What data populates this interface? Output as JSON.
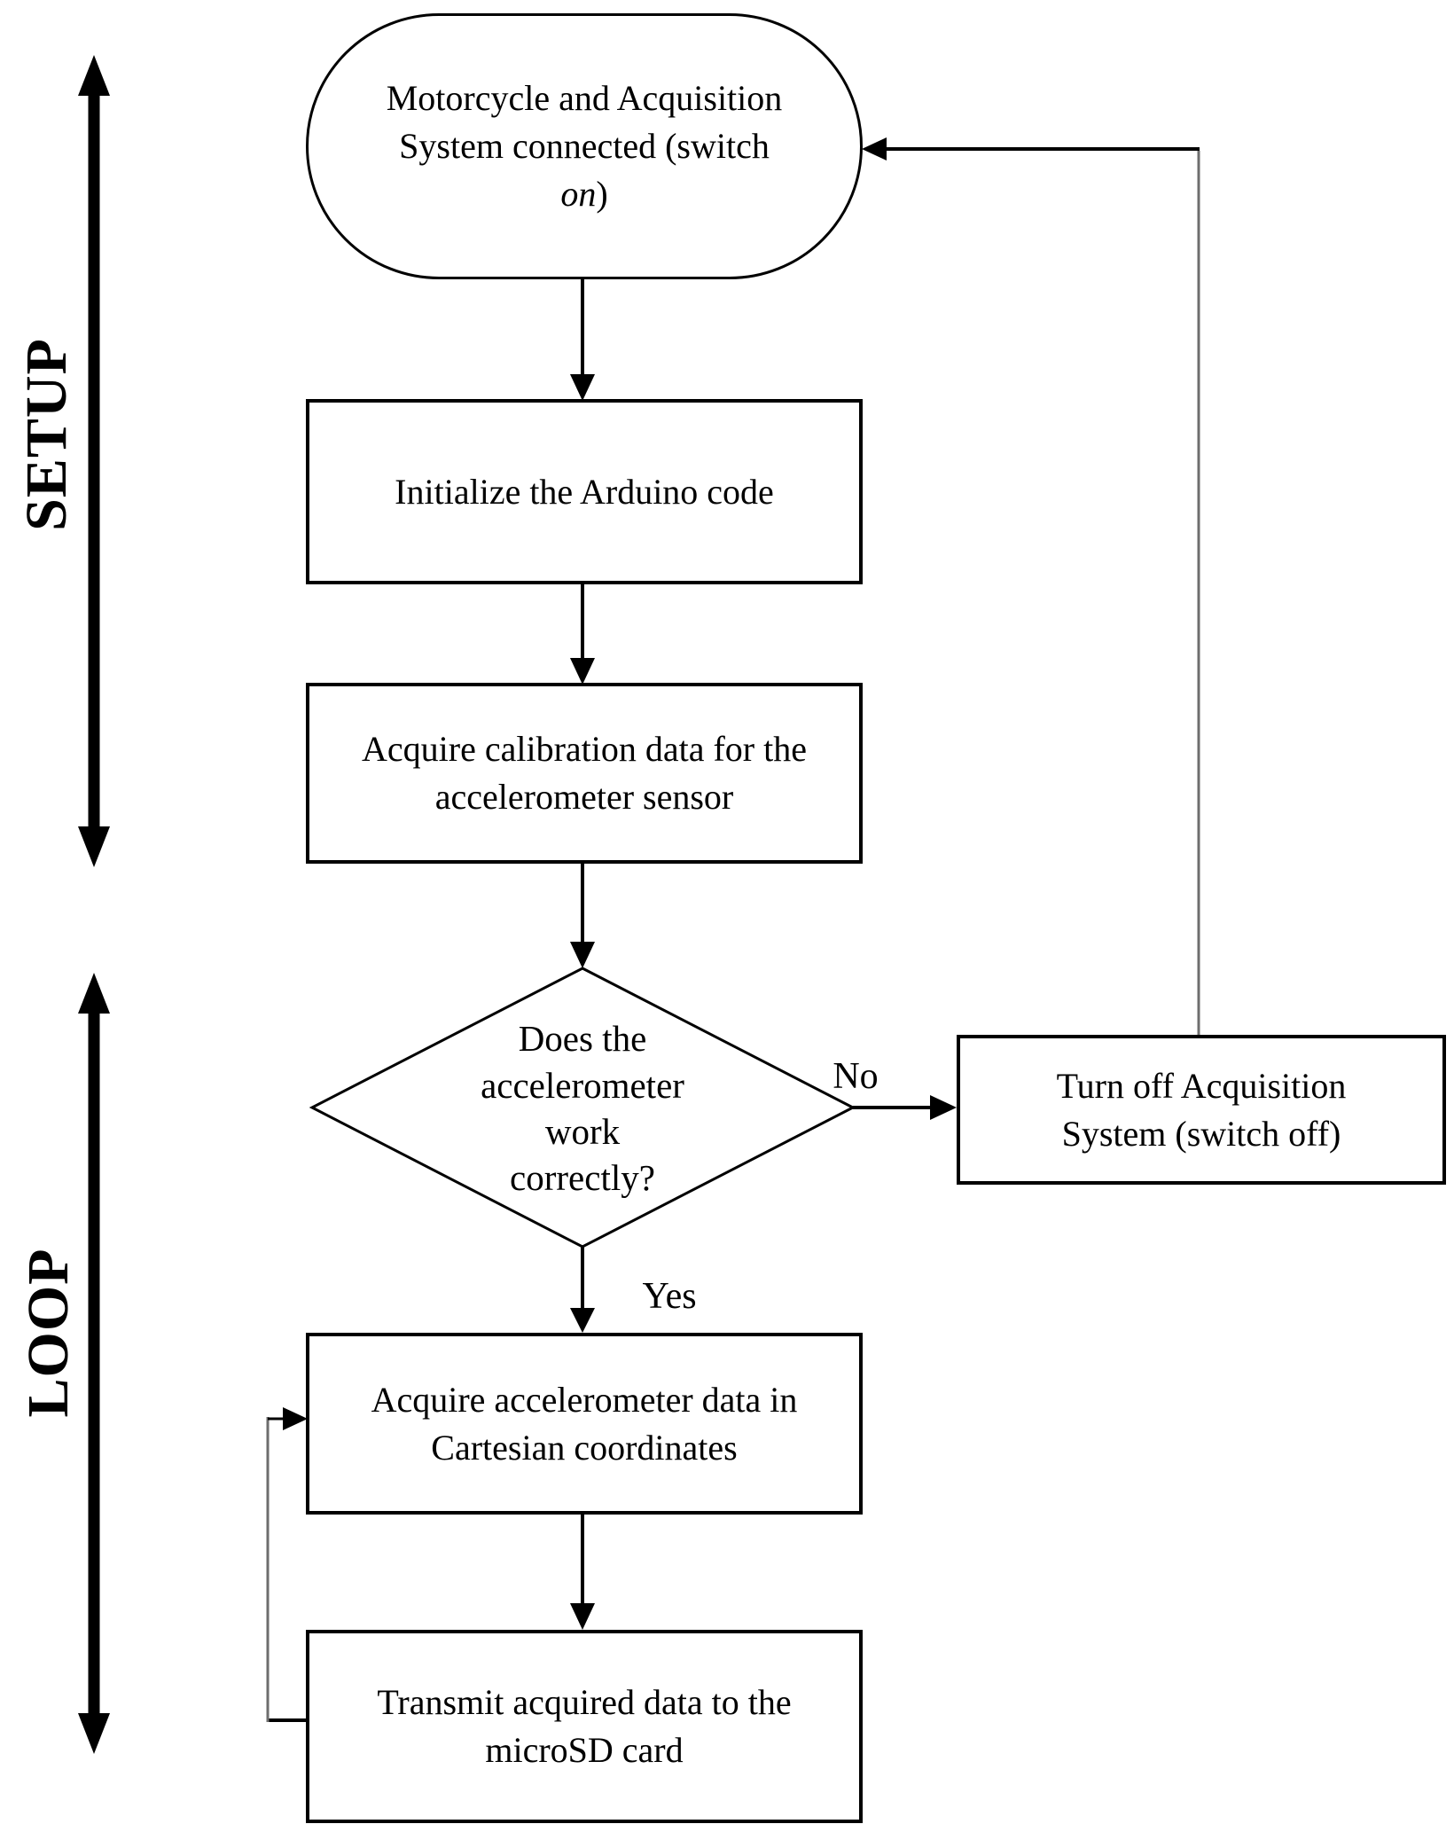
{
  "diagram": {
    "background": "#ffffff",
    "ink": "#000000",
    "return_line_color": "#6e6e6e"
  },
  "phases": {
    "setup": {
      "label": "SETUP"
    },
    "loop": {
      "label": "LOOP"
    }
  },
  "nodes": {
    "start": {
      "type": "terminator",
      "line1": "Motorcycle and Acquisition",
      "line2": "System connected (switch",
      "line3_italic": "on",
      "line3_rest": ")"
    },
    "initialize": {
      "type": "process",
      "line1": "Initialize the Arduino code"
    },
    "calibration": {
      "type": "process",
      "line1": "Acquire calibration data for the",
      "line2": "accelerometer sensor"
    },
    "decision": {
      "type": "decision",
      "line1": "Does the",
      "line2": "accelerometer",
      "line3": "work",
      "line4": "correctly?"
    },
    "turnoff": {
      "type": "process",
      "line1": "Turn off Acquisition",
      "line2": "System (switch off)"
    },
    "acquire": {
      "type": "process",
      "line1": "Acquire accelerometer data in",
      "line2": "Cartesian coordinates"
    },
    "transmit": {
      "type": "process",
      "line1": "Transmit acquired data to the",
      "line2": "microSD card"
    }
  },
  "edges": {
    "no_label": "No",
    "yes_label": "Yes"
  }
}
